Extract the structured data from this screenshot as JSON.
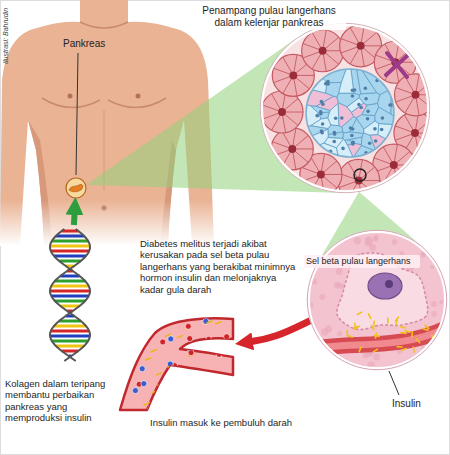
{
  "diagram": {
    "nodes": [
      {
        "text": [
          "Pankreas"
        ]
      },
      {
        "text": [
          "Penampang pulau langerhans dalam kelenjar pankreas"
        ]
      },
      {
        "text": [
          "Sel beta pulau langerhans"
        ]
      },
      {
        "text": [
          "Insulin masuk ke pembuluh darah"
        ]
      },
      {
        "text": [
          "Kolagen dalam teripang membantu perbaikan pankreas yang memproduksi insulin"
        ]
      }
    ],
    "edges": [
      {
        "from": 4,
        "to": 0,
        "arrow": "to"
      },
      {
        "from": 0,
        "to": 1,
        "arrow": "none"
      },
      {
        "from": 1,
        "to": 2,
        "arrow": "none"
      },
      {
        "from": 2,
        "to": 3,
        "arrow": "to"
      }
    ],
    "labels": [
      "Ilustrasi: Bahrudin",
      "Diabetes melitus terjadi akibat kerusakan pada sel beta pulau langerhans yang berakibat minimnya hormon insulin dan melonjaknya kadar gula darah",
      "Insulin"
    ]
  }
}
